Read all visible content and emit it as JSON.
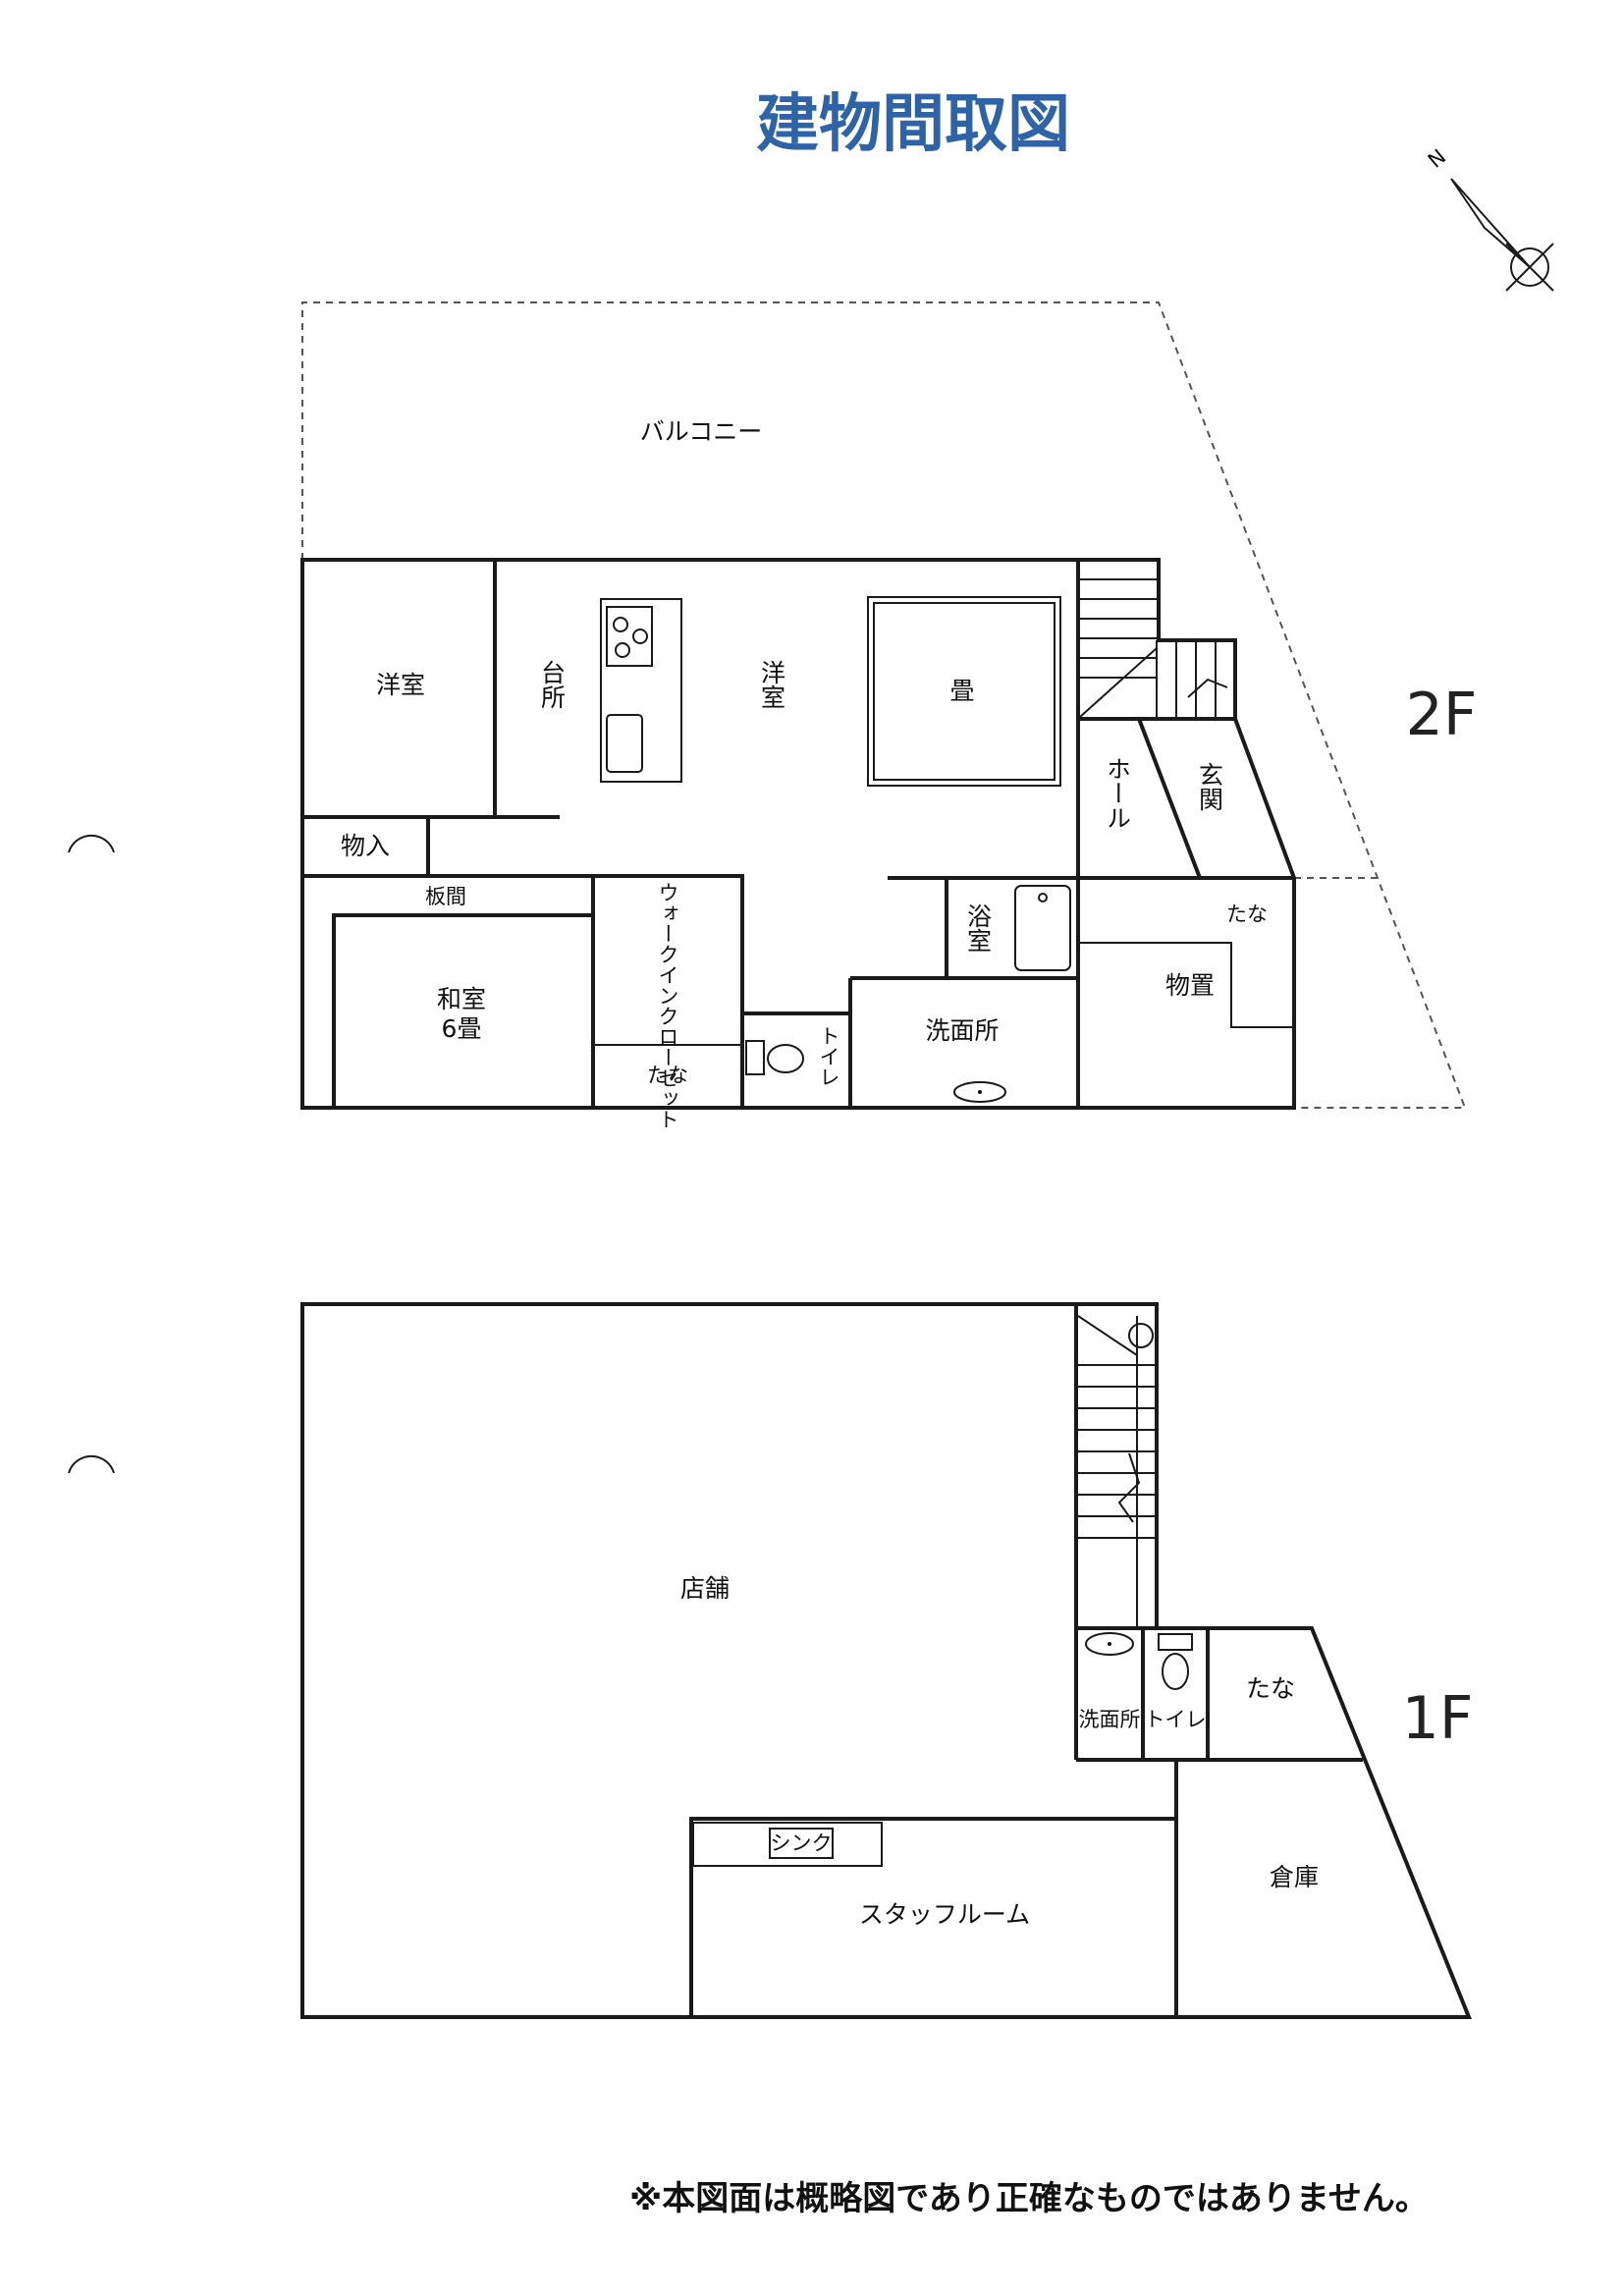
{
  "title": "建物間取図",
  "compass": {
    "label": "N"
  },
  "floors": {
    "second": {
      "label": "2F",
      "rooms": {
        "balcony": "バルコニー",
        "western_room": "洋室",
        "kitchen": "台所",
        "western_room_main": "洋室",
        "tatami": "畳",
        "storage": "物入",
        "wood_floor": "板間",
        "japanese_room": "和室",
        "japanese_room_size": "6畳",
        "walk_in_closet": "ウォークインクローゼット",
        "shelf_closet": "たな",
        "toilet": "トイレ",
        "washroom": "洗面所",
        "bathroom": "浴室",
        "hall": "ホール",
        "entrance": "玄関",
        "shelf": "たな",
        "storeroom": "物置"
      }
    },
    "first": {
      "label": "1F",
      "rooms": {
        "shop": "店舗",
        "washroom": "洗面所",
        "toilet": "トイレ",
        "shelf": "たな",
        "warehouse": "倉庫",
        "sink": "シンク",
        "staff_room": "スタッフルーム"
      }
    }
  },
  "footnote": "※本図面は概略図であり正確なものではありません。"
}
